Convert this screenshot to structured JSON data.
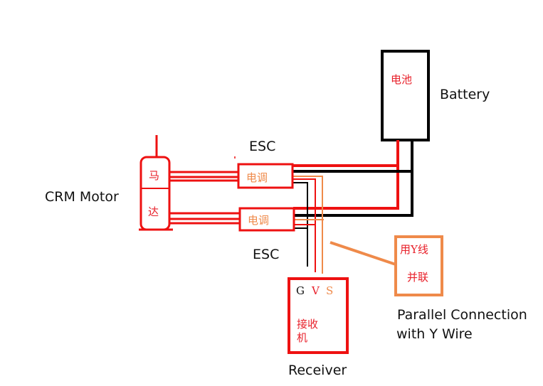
{
  "colors": {
    "power_red": "#ee1111",
    "ground_black": "#000000",
    "signal_orange": "#ef8a4a",
    "text_red": "#e8202a",
    "text_orange": "#ef8a4a",
    "text_dark": "#111111"
  },
  "labels": {
    "battery_en": "Battery",
    "battery_cn": "电池",
    "motor_en": "CRM Motor",
    "motor_cn_top": "马",
    "motor_cn_bottom": "达",
    "esc_top_en": "ESC",
    "esc_bottom_en": "ESC",
    "esc_top_cn": "电调",
    "esc_bottom_cn": "电调",
    "receiver_en": "Receiver",
    "receiver_cn_line1": "接收",
    "receiver_cn_line2": "机",
    "receiver_pin_g": "G",
    "receiver_pin_v": "V",
    "receiver_pin_s": "S",
    "note_cn_line1": "用Y线",
    "note_cn_line2": "并联",
    "note_en_line1": "Parallel Connection",
    "note_en_line2": "with Y Wire"
  }
}
